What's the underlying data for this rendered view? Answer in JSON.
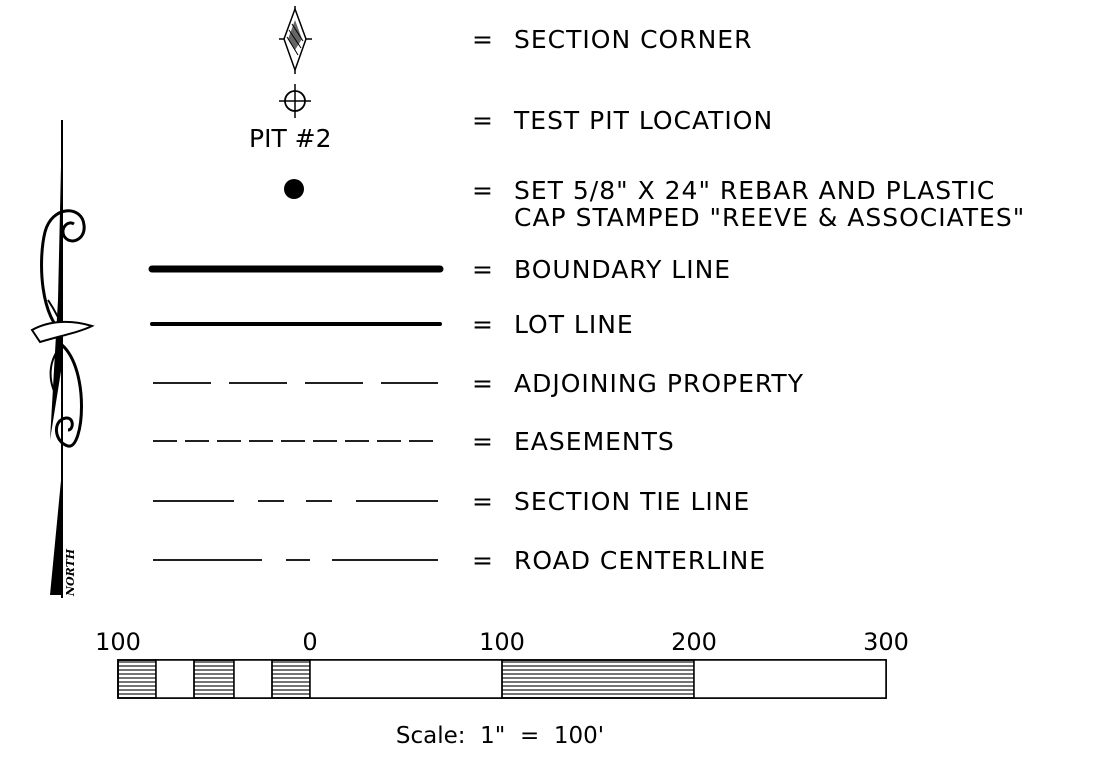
{
  "legend": {
    "rows": [
      {
        "symbol": "section-corner",
        "label": "SECTION CORNER"
      },
      {
        "symbol": "test-pit",
        "symbol_caption": "PIT #2",
        "label": "TEST PIT LOCATION"
      },
      {
        "symbol": "rebar-dot",
        "label": "SET 5/8\" X 24\" REBAR AND PLASTIC",
        "label2": "CAP STAMPED \"REEVE & ASSOCIATES\""
      },
      {
        "symbol": "boundary-line",
        "label": "BOUNDARY LINE"
      },
      {
        "symbol": "lot-line",
        "label": "LOT LINE"
      },
      {
        "symbol": "adjoining-property-line",
        "label": "ADJOINING PROPERTY"
      },
      {
        "symbol": "easement-line",
        "label": "EASEMENTS"
      },
      {
        "symbol": "section-tie-line",
        "label": "SECTION TIE LINE"
      },
      {
        "symbol": "road-centerline",
        "label": "ROAD CENTERLINE"
      }
    ],
    "equals": "="
  },
  "north_arrow": {
    "text": "NORTH",
    "icon": "north-arrow-icon"
  },
  "scale_bar": {
    "ticks": [
      "100",
      "0",
      "100",
      "200",
      "300"
    ],
    "caption": "Scale:  1\"  =  100'"
  }
}
